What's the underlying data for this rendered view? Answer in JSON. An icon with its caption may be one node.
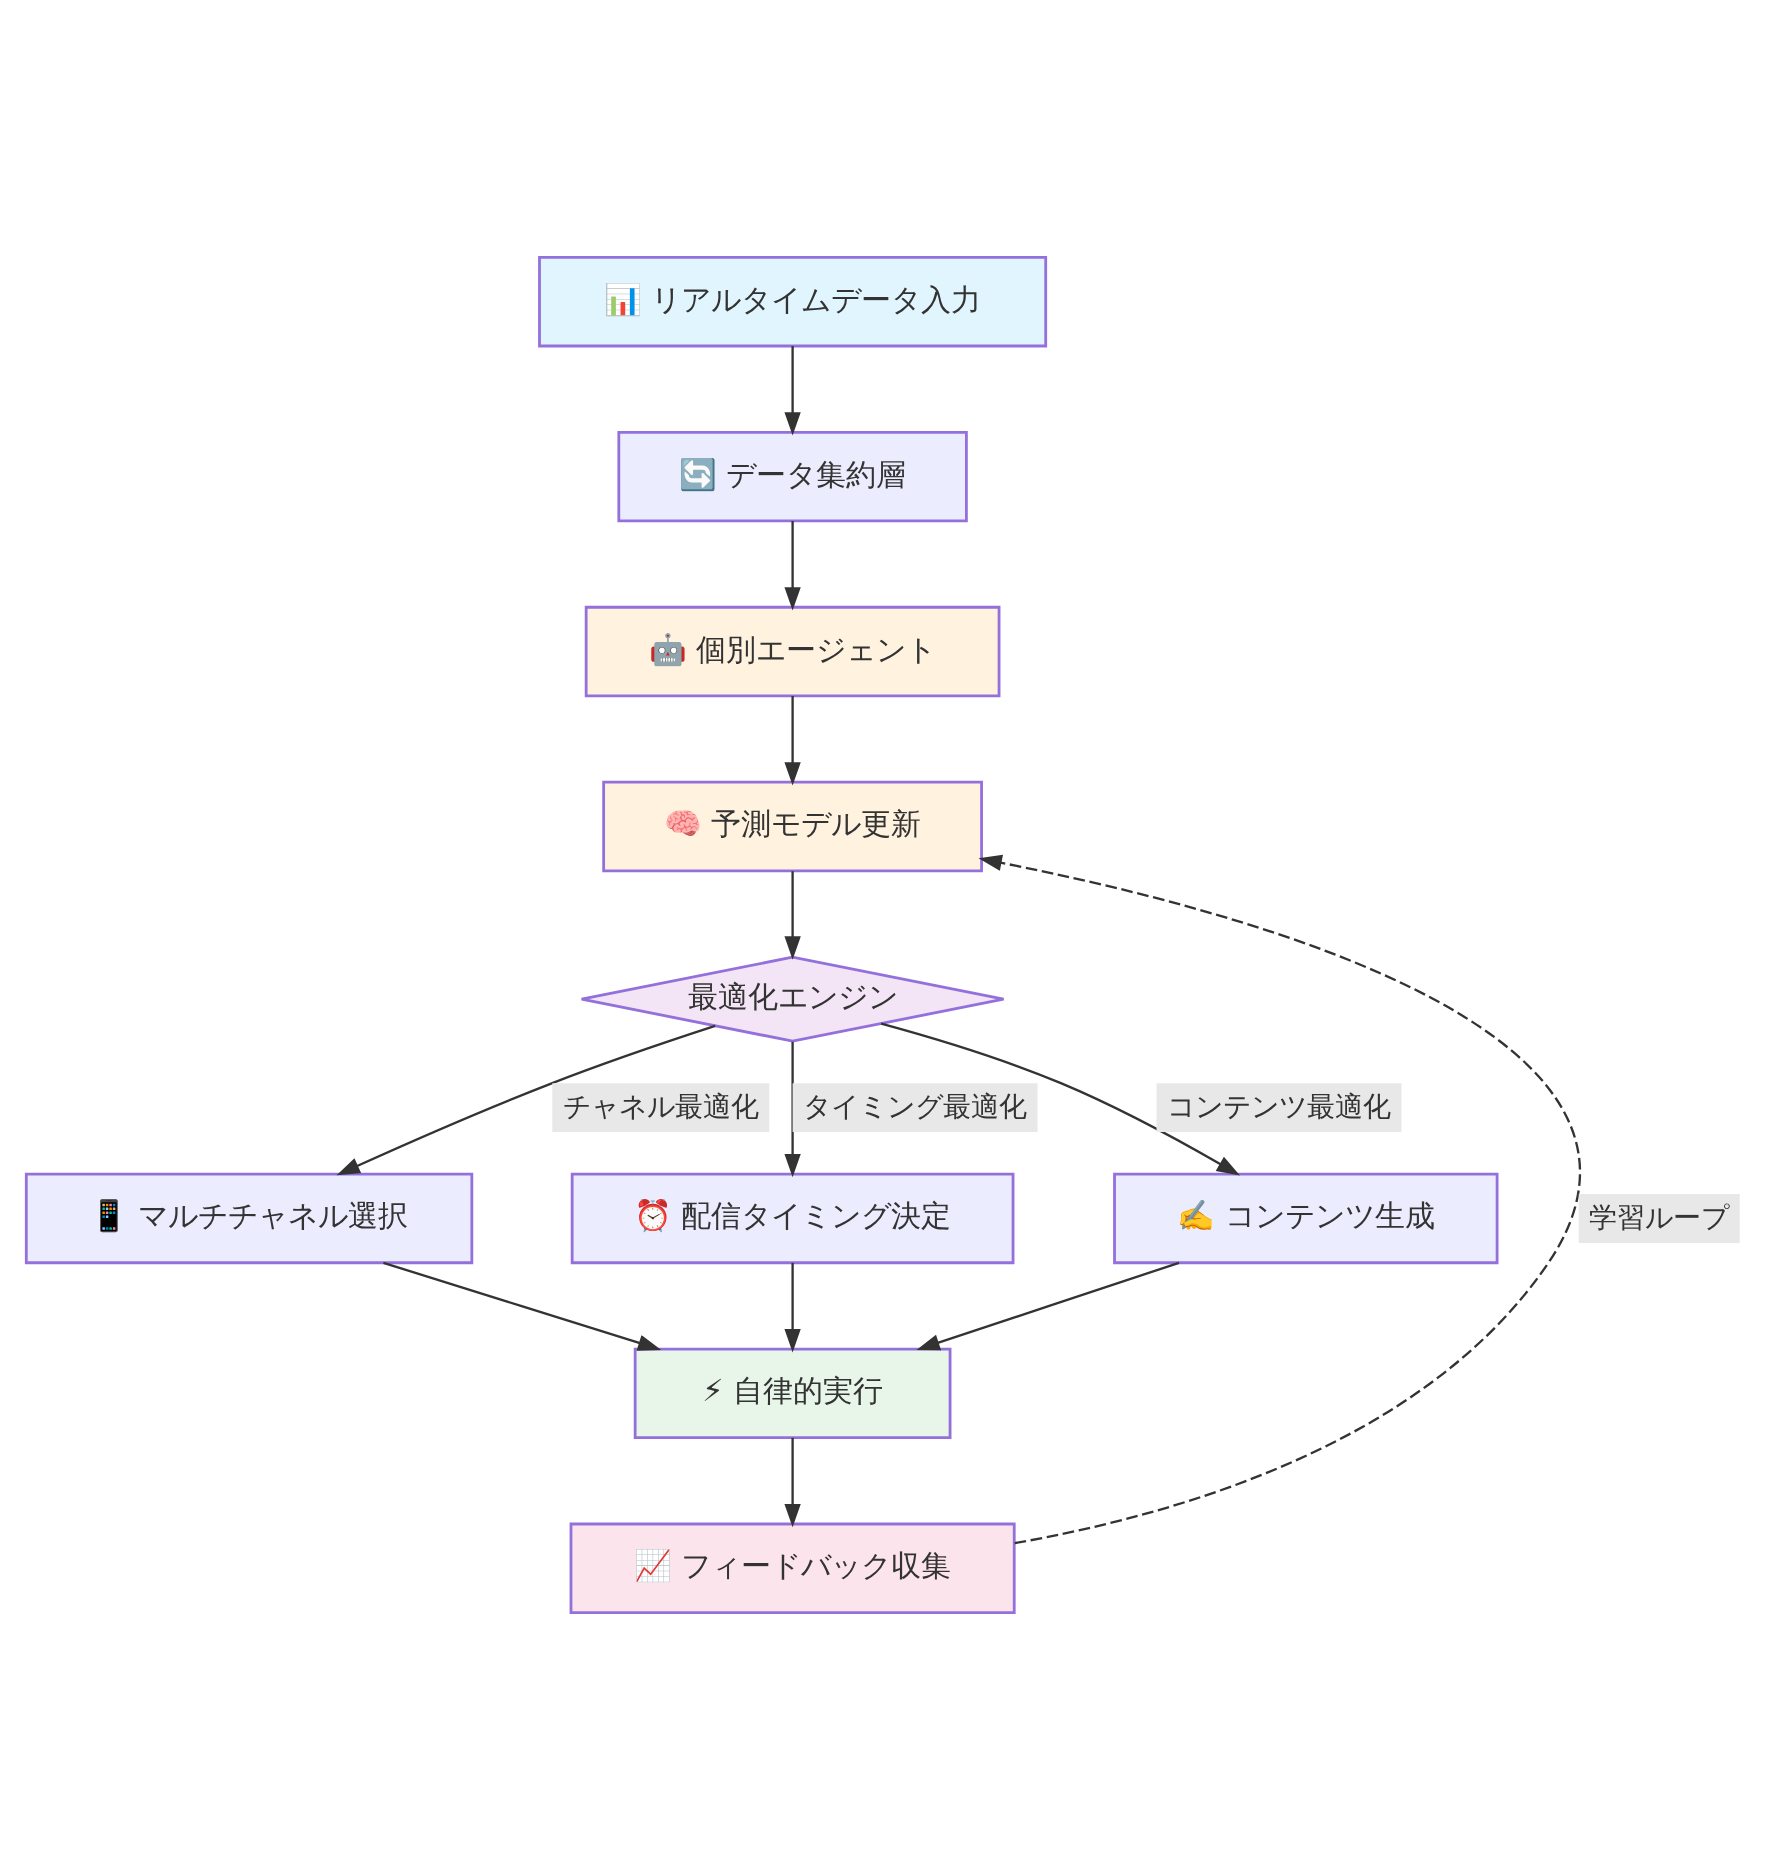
{
  "diagram": {
    "nodes": [
      {
        "text": [
          "📊 リアルタイムデータ入力"
        ]
      },
      {
        "text": [
          "🔄 データ集約層"
        ]
      },
      {
        "text": [
          "🤖 個別エージェント"
        ]
      },
      {
        "text": [
          "🧠 予測モデル更新"
        ]
      },
      {
        "text": [
          "最適化エンジン"
        ]
      },
      {
        "text": [
          "📱 マルチチャネル選択"
        ]
      },
      {
        "text": [
          "⏰ 配信タイミング決定"
        ]
      },
      {
        "text": [
          "✍️ コンテンツ生成"
        ]
      },
      {
        "text": [
          "⚡ 自律的実行"
        ]
      },
      {
        "text": [
          "📈 フィードバック収集"
        ]
      }
    ],
    "edges": [
      {
        "from": 0,
        "to": 1,
        "arrow": "to"
      },
      {
        "from": 1,
        "to": 2,
        "arrow": "to"
      },
      {
        "from": 2,
        "to": 3,
        "arrow": "to"
      },
      {
        "from": 3,
        "to": 4,
        "arrow": "to"
      },
      {
        "from": 4,
        "to": 5,
        "arrow": "to",
        "label": "チャネル最適化"
      },
      {
        "from": 4,
        "to": 6,
        "arrow": "to",
        "label": "タイミング最適化"
      },
      {
        "from": 4,
        "to": 7,
        "arrow": "to",
        "label": "コンテンツ最適化"
      },
      {
        "from": 5,
        "to": 8,
        "arrow": "to"
      },
      {
        "from": 6,
        "to": 8,
        "arrow": "to"
      },
      {
        "from": 7,
        "to": 8,
        "arrow": "to"
      },
      {
        "from": 8,
        "to": 9,
        "arrow": "to"
      },
      {
        "from": 9,
        "to": 3,
        "arrow": "to",
        "label": "学習ループ",
        "style": "dashed"
      }
    ]
  }
}
